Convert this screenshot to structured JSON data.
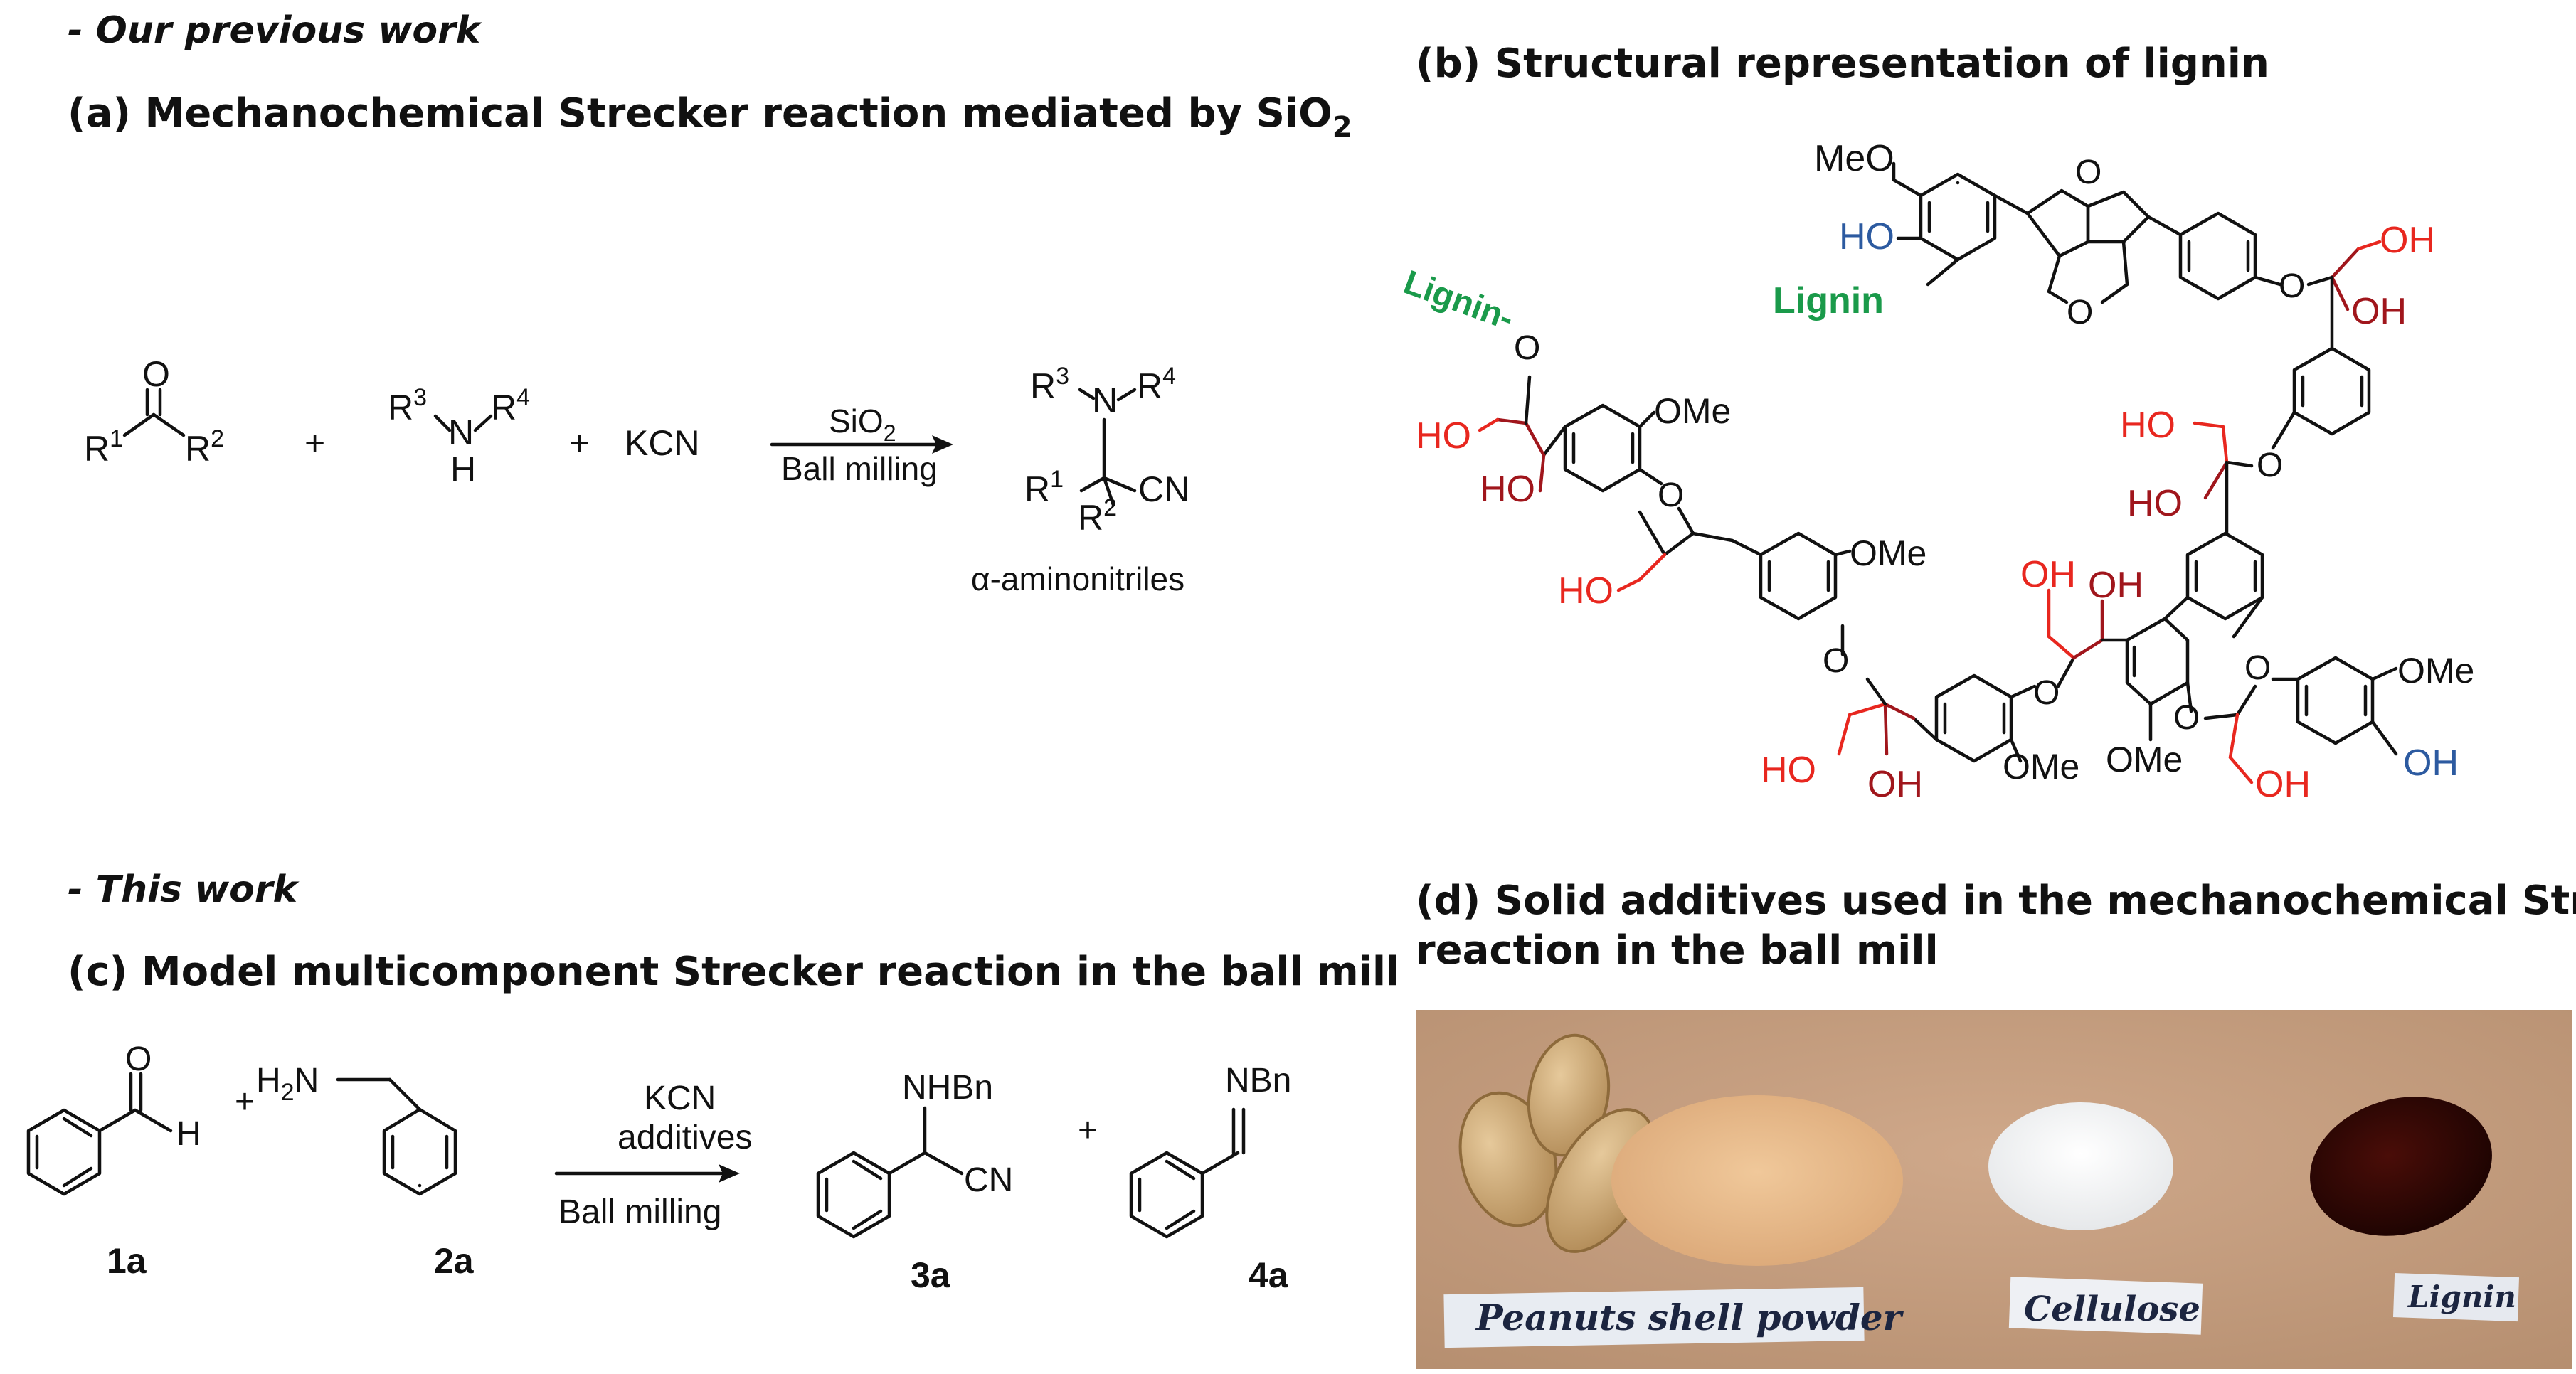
{
  "previous_work_header": "- Our previous work",
  "panel_a": {
    "title": "(a) Mechanochemical Strecker reaction mediated by SiO",
    "title_sub": "2",
    "reagent_top": "SiO",
    "reagent_top_sub": "2",
    "condition": "Ball milling",
    "plus": "+",
    "kcn": "KCN",
    "product_name": "α-aminonitriles",
    "R1": "R",
    "sup1": "1",
    "R2": "R",
    "sup2": "2",
    "R3": "R",
    "sup3": "3",
    "R4": "R",
    "sup4": "4",
    "O": "O",
    "N": "N",
    "H": "H",
    "CN": "CN"
  },
  "panel_b": {
    "title": "(b) Structural representation of lignin",
    "MeO": "MeO",
    "OMe": "OMe",
    "HO": "HO",
    "OH": "OH",
    "O": "O",
    "lignin_label": "Lignin",
    "lignin_o_label": "Lignin-"
  },
  "this_work_header": "- This work",
  "panel_c": {
    "title": "(c) Model multicomponent Strecker reaction in the ball mill",
    "reagent_1": "KCN",
    "reagent_2": "additives",
    "condition": "Ball milling",
    "c1": "1a",
    "c2": "2a",
    "c3": "3a",
    "c4": "4a",
    "H2N": "H",
    "H2N_sub": "2",
    "N_of_amine": "N",
    "O": "O",
    "H": "H",
    "NHBn": "NHBn",
    "NBn": "NBn",
    "CN": "CN",
    "plus": "+"
  },
  "panel_d": {
    "title_line1": "(d) Solid additives used in the mechanochemical Strecker",
    "title_line2": "reaction in the ball mill",
    "labels": [
      "Peanuts shell powder",
      "Cellulose",
      "Lignin"
    ]
  }
}
